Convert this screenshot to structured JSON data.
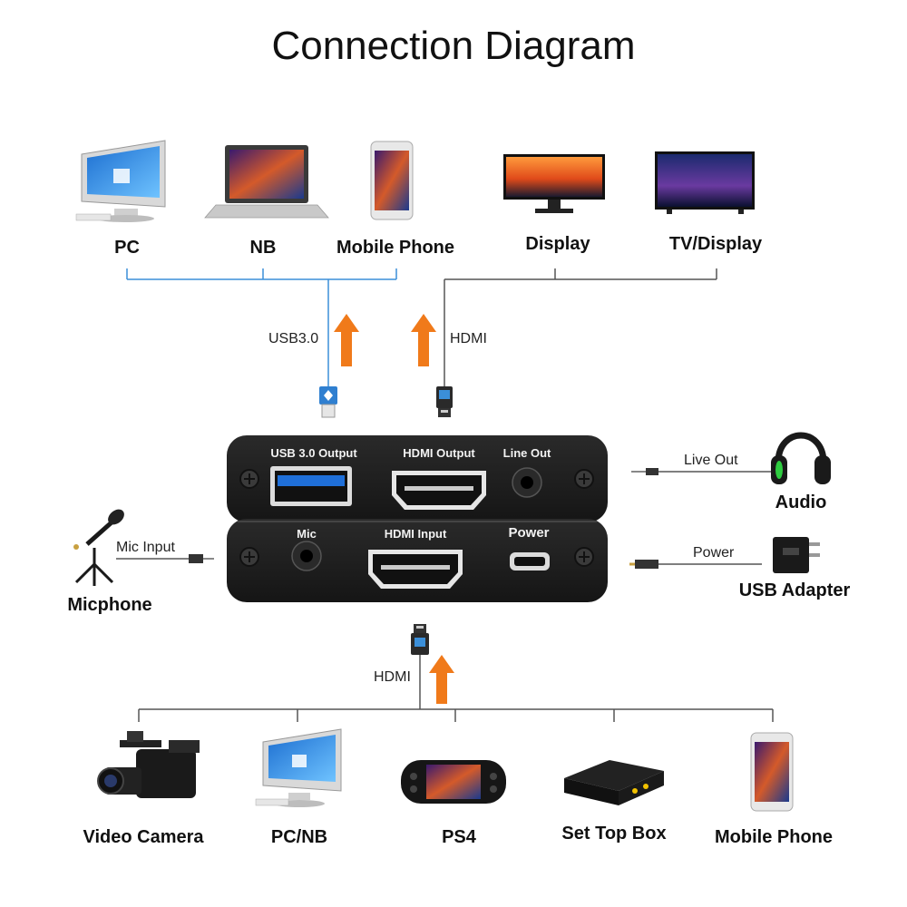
{
  "title": "Connection Diagram",
  "top_sources": {
    "pc": "PC",
    "nb": "NB",
    "mobile_phone": "Mobile Phone"
  },
  "top_displays": {
    "display": "Display",
    "tv_display": "TV/Display"
  },
  "cables": {
    "usb": "USB3.0",
    "hdmi_out": "HDMI",
    "hdmi_in": "HDMI",
    "live_out": "Live Out",
    "mic_input": "Mic Input",
    "power": "Power"
  },
  "device": {
    "top_ports": {
      "usb": "USB 3.0 Output",
      "hdmi": "HDMI Output",
      "line_out": "Line Out"
    },
    "bottom_ports": {
      "mic": "Mic",
      "hdmi": "HDMI Input",
      "power": "Power"
    }
  },
  "side_devices": {
    "audio": "Audio",
    "usb_adapter": "USB Adapter",
    "microphone": "Micphone"
  },
  "bottom_sources": [
    {
      "label": "Video Camera",
      "icon": "video-camera-icon"
    },
    {
      "label": "PC/NB",
      "icon": "pc-icon"
    },
    {
      "label": "PS4",
      "icon": "handheld-console-icon"
    },
    {
      "label": "Set Top Box",
      "icon": "set-top-box-icon"
    },
    {
      "label": "Mobile Phone",
      "icon": "mobile-phone-icon"
    }
  ],
  "colors": {
    "usb_line": "#3b8fd9",
    "hdmi_line": "#555555",
    "arrow": "#f07a1a",
    "device_body": "#1e1e1e"
  }
}
